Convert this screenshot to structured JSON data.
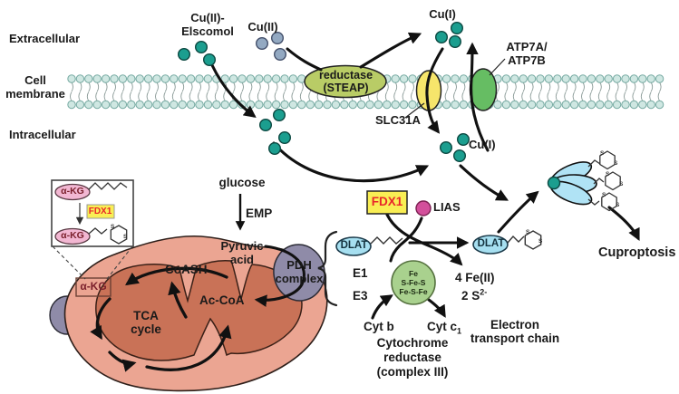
{
  "labels": {
    "extracellular": "Extracellular",
    "cell_membrane": "Cell\nmembrane",
    "intracellular": "Intracellular",
    "cu2_elscomol": "Cu(II)-\nElscomol",
    "cu2": "Cu(II)",
    "cu1_extracellular": "Cu(I)",
    "atp7": "ATP7A/\nATP7B",
    "reductase_steap": "reductase\n(STEAP)",
    "slc31a": "SLC31A",
    "cu1_intracellular": "Cu(I)",
    "glucose": "glucose",
    "emp": "EMP",
    "pyruvic_acid": "Pyruvic\nacid",
    "pdh_complex": "PDH\ncomplex",
    "coash": "CoASH",
    "ac_coa": "Ac-CoA",
    "tca_cycle": "TCA\ncycle",
    "akg_mito": "α-KG",
    "inset_akg_top": "α-KG",
    "inset_fdx1": "FDX1",
    "inset_akg_bottom": "α-KG",
    "fdx1": "FDX1",
    "lias": "LIAS",
    "dlat_left": "DLAT",
    "dlat_right": "DLAT",
    "e1": "E1",
    "e3": "E3",
    "fe_release": "4 Fe(II)",
    "s_release_base": "2 S",
    "s_release_sup": "2-",
    "cyt_b": "Cyt b",
    "cyt_c_base": "Cyt c",
    "cyt_c_sub": "1",
    "complex_iii": "Cytochrome\nreductase\n(complex III)",
    "electron_transport_chain": "Electron\ntransport chain",
    "cuproptosis": "Cuproptosis",
    "fes_cluster": "Fe\nS-Fe-S\nFe-S-Fe",
    "s_atom": "S"
  },
  "colors": {
    "copper_i_ion": "#1b9e8f",
    "copper_i_stroke": "#0c4841",
    "copper_ii_ion": "#93a9c2",
    "copper_ii_stroke": "#44506b",
    "membrane_head": "#cfe7e2",
    "steap": "#b9cc66",
    "slc31a": "#f6e56b",
    "atp7": "#66bd63",
    "mito_outer": "#eba592",
    "mito_inner": "#c97257",
    "pdh": "#8f8ba8",
    "dlat": "#a6dff0",
    "aggregate_dlat": "#b0e3f5",
    "fdx1_bg": "#f9ee54",
    "fdx1_text": "#e8262a",
    "lias": "#d34f9b",
    "akg_bg": "#f2b7d2",
    "akg_text": "#7a1f2b",
    "fes_bg": "#a9d18e",
    "arrow": "#111111"
  }
}
